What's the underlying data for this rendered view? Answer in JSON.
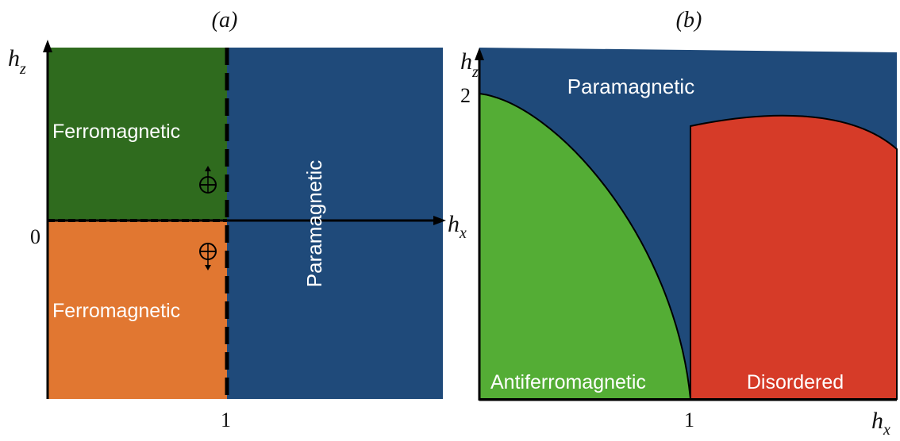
{
  "panel_a": {
    "label": "(a)",
    "axes": {
      "x": "h",
      "x_sub": "x",
      "y": "h",
      "y_sub": "z"
    },
    "ticks": {
      "x_one": "1",
      "y_zero": "0"
    },
    "regions": {
      "upper_left": "Ferromagnetic",
      "lower_left": "Ferromagnetic",
      "right": "Paramagnetic"
    },
    "colors": {
      "upper_left": "#2f6b1e",
      "lower_left": "#e17731",
      "right": "#1f4a7a"
    },
    "symbols": [
      "spin-up-symbol",
      "spin-down-symbol"
    ]
  },
  "panel_b": {
    "label": "(b)",
    "axes": {
      "x": "h",
      "x_sub": "x",
      "y": "h",
      "y_sub": "z"
    },
    "ticks": {
      "x_one": "1",
      "y_two": "2"
    },
    "regions": {
      "background": "Paramagnetic",
      "left": "Antiferromagnetic",
      "right": "Disordered"
    },
    "colors": {
      "background": "#1f4a7a",
      "left": "#54ad35",
      "right": "#d63b28"
    }
  }
}
